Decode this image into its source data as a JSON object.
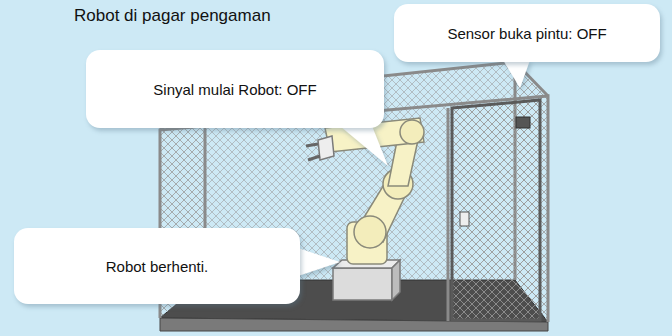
{
  "diagram": {
    "title": "Robot di pagar pengaman",
    "nodes": [
      {
        "text": [
          "Sensor buka pintu: OFF"
        ]
      },
      {
        "text": [
          "Sinyal mulai Robot: OFF"
        ]
      },
      {
        "text": [
          "Robot berhenti."
        ]
      }
    ]
  }
}
